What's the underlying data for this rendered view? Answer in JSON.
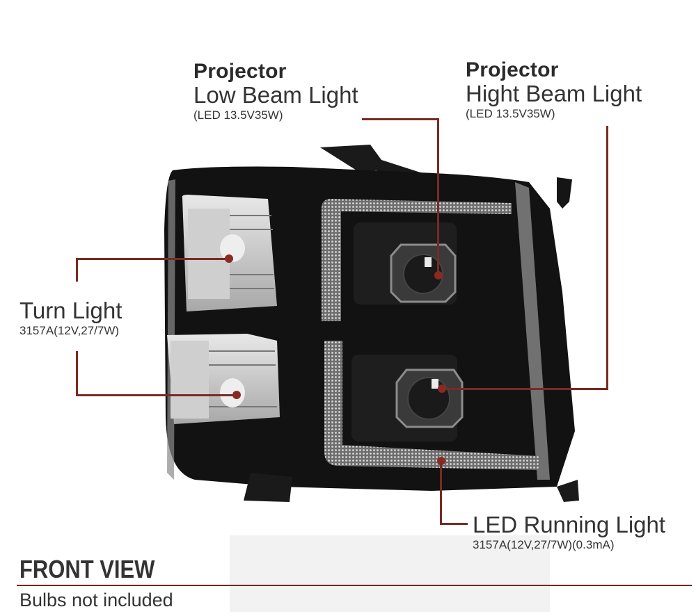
{
  "callouts": {
    "low_beam": {
      "title": "Projector",
      "name": "Low Beam Light",
      "spec": "(LED 13.5V35W)"
    },
    "high_beam": {
      "title": "Projector",
      "name": "Hight Beam Light",
      "spec": "(LED 13.5V35W)"
    },
    "turn_light": {
      "name": "Turn Light",
      "spec": "3157A(12V,27/7W)"
    },
    "running_light": {
      "name": "LED Running Light",
      "spec": "3157A(12V,27/7W)(0.3mA)"
    }
  },
  "footer": {
    "view_title": "FRONT VIEW",
    "note": "Bulbs not included"
  },
  "colors": {
    "leader_line": "#7a2a22",
    "text": "#2b2b2b",
    "housing": "#111111"
  }
}
